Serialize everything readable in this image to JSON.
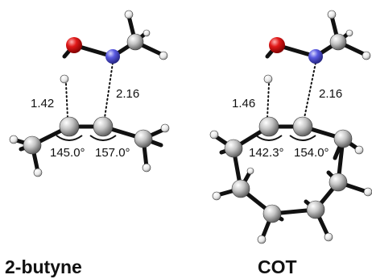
{
  "panels": [
    {
      "name": "2-butyne",
      "distance_oh": "1.42",
      "distance_n": "2.16",
      "angle_left": "145.0°",
      "angle_right": "157.0°"
    },
    {
      "name": "COT",
      "distance_oh": "1.46",
      "distance_n": "2.16",
      "angle_left": "142.3°",
      "angle_right": "154.0°"
    }
  ],
  "colors": {
    "oxygen": "#e01818",
    "nitrogen": "#5a5ae0",
    "carbon": "#b8b8b8",
    "hydrogen": "#f2f2f2",
    "bond": "#111111"
  }
}
